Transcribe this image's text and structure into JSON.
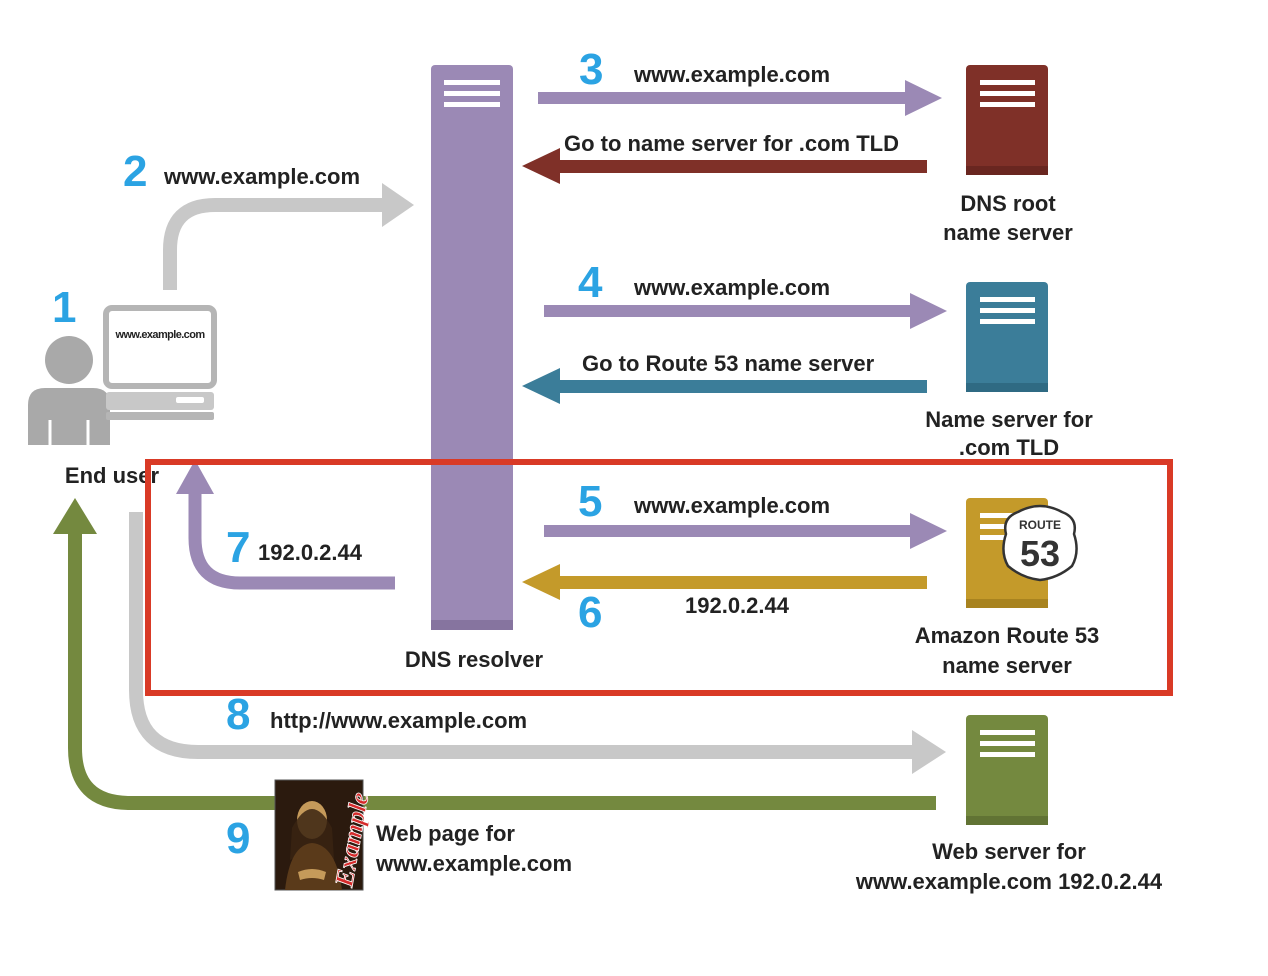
{
  "end_user": {
    "label": "End user",
    "step": "1",
    "screen_text": "www.example.com"
  },
  "resolver": {
    "label": "DNS resolver"
  },
  "root_server": {
    "line1": "DNS root",
    "line2": "name server"
  },
  "tld_server": {
    "line1": "Name server for",
    "line2": ".com TLD"
  },
  "route53_server": {
    "line1": "Amazon Route 53",
    "line2": "name server",
    "shield_top": "ROUTE",
    "shield_num": "53"
  },
  "web_server": {
    "line1": "Web server for",
    "line2": "www.example.com 192.0.2.44"
  },
  "web_page": {
    "line1": "Web page for",
    "line2": "www.example.com",
    "logo_text": "Example"
  },
  "steps": {
    "s2": {
      "num": "2",
      "text": "www.example.com"
    },
    "s3": {
      "num": "3",
      "text": "www.example.com"
    },
    "s3r": {
      "text": "Go to name server for .com TLD"
    },
    "s4": {
      "num": "4",
      "text": "www.example.com"
    },
    "s4r": {
      "text": "Go to Route 53 name server"
    },
    "s5": {
      "num": "5",
      "text": "www.example.com"
    },
    "s6": {
      "num": "6",
      "text": "192.0.2.44"
    },
    "s7": {
      "num": "7",
      "text": "192.0.2.44"
    },
    "s8": {
      "num": "8",
      "text": "http://www.example.com"
    },
    "s9": {
      "num": "9"
    }
  },
  "colors": {
    "resolver": "#9b89b5",
    "root": "#7f3028",
    "tld": "#3b7d99",
    "route53": "#c49a2a",
    "web": "#74893f",
    "step_number": "#2ba3e3",
    "gray_arrow": "#c8c8c8",
    "highlight": "#d93a26"
  }
}
